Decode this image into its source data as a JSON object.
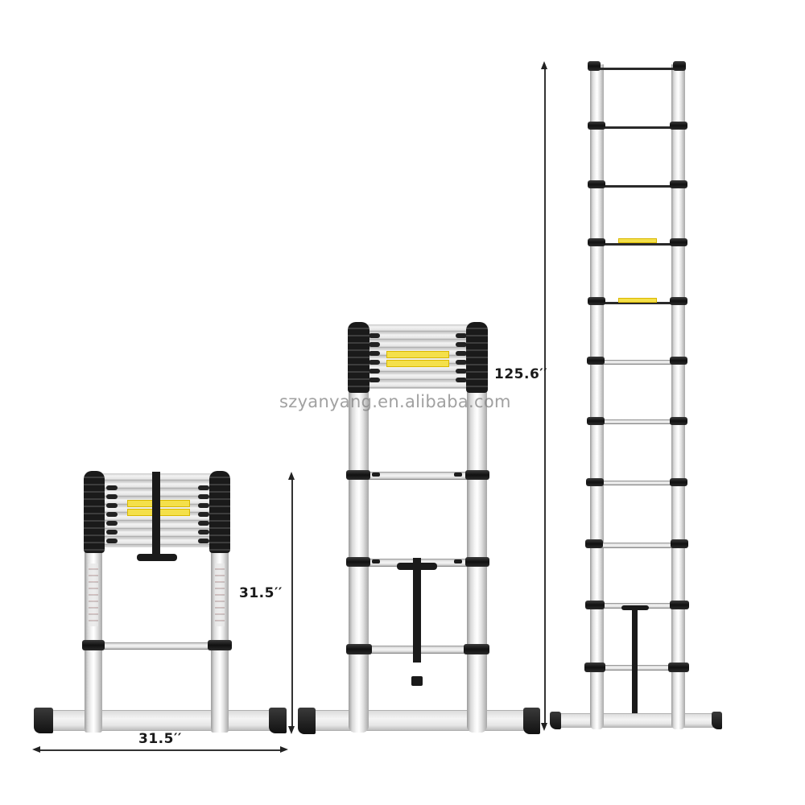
{
  "image": {
    "description": "Three telescopic aluminium ladders shown side by side: retracted, partially extended, fully extended, with dimension annotations",
    "background_color": "#ffffff"
  },
  "dimensions": {
    "retracted_width": "31.5′′",
    "retracted_height": "31.5′′",
    "extended_height": "125.6′′"
  },
  "watermark": {
    "text": "szyanyang.en.alibaba.com"
  },
  "ladders": [
    {
      "name": "retracted",
      "state": "collapsed",
      "rungs_visible": 1
    },
    {
      "name": "partially-extended",
      "state": "partial",
      "rungs_visible": 3
    },
    {
      "name": "fully-extended",
      "state": "extended",
      "rungs_visible": 11
    }
  ],
  "colors": {
    "aluminium": "#e8e8e8",
    "black_parts": "#1a1a1a",
    "warning_label": "#f4e04a",
    "dimension_lines": "#222222"
  }
}
